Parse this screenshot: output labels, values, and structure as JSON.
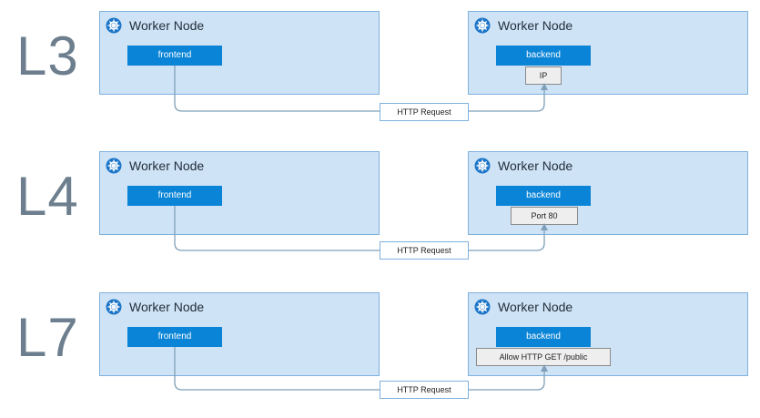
{
  "rows": [
    {
      "layer": "L3",
      "left_node": {
        "title": "Worker Node",
        "service": "frontend"
      },
      "right_node": {
        "title": "Worker Node",
        "service": "backend"
      },
      "policy": "IP",
      "request": "HTTP Request"
    },
    {
      "layer": "L4",
      "left_node": {
        "title": "Worker Node",
        "service": "frontend"
      },
      "right_node": {
        "title": "Worker Node",
        "service": "backend"
      },
      "policy": "Port 80",
      "request": "HTTP Request"
    },
    {
      "layer": "L7",
      "left_node": {
        "title": "Worker Node",
        "service": "frontend"
      },
      "right_node": {
        "title": "Worker Node",
        "service": "backend"
      },
      "policy": "Allow HTTP GET /public",
      "request": "HTTP Request"
    }
  ],
  "icons": {
    "node_icon": "kubernetes-helm-icon"
  },
  "colors": {
    "node_fill": "#cfe3f6",
    "node_border": "#7fb1de",
    "service_fill": "#0a84d6",
    "layer_text": "#6d7f8e",
    "connector": "#7fa0b8"
  }
}
